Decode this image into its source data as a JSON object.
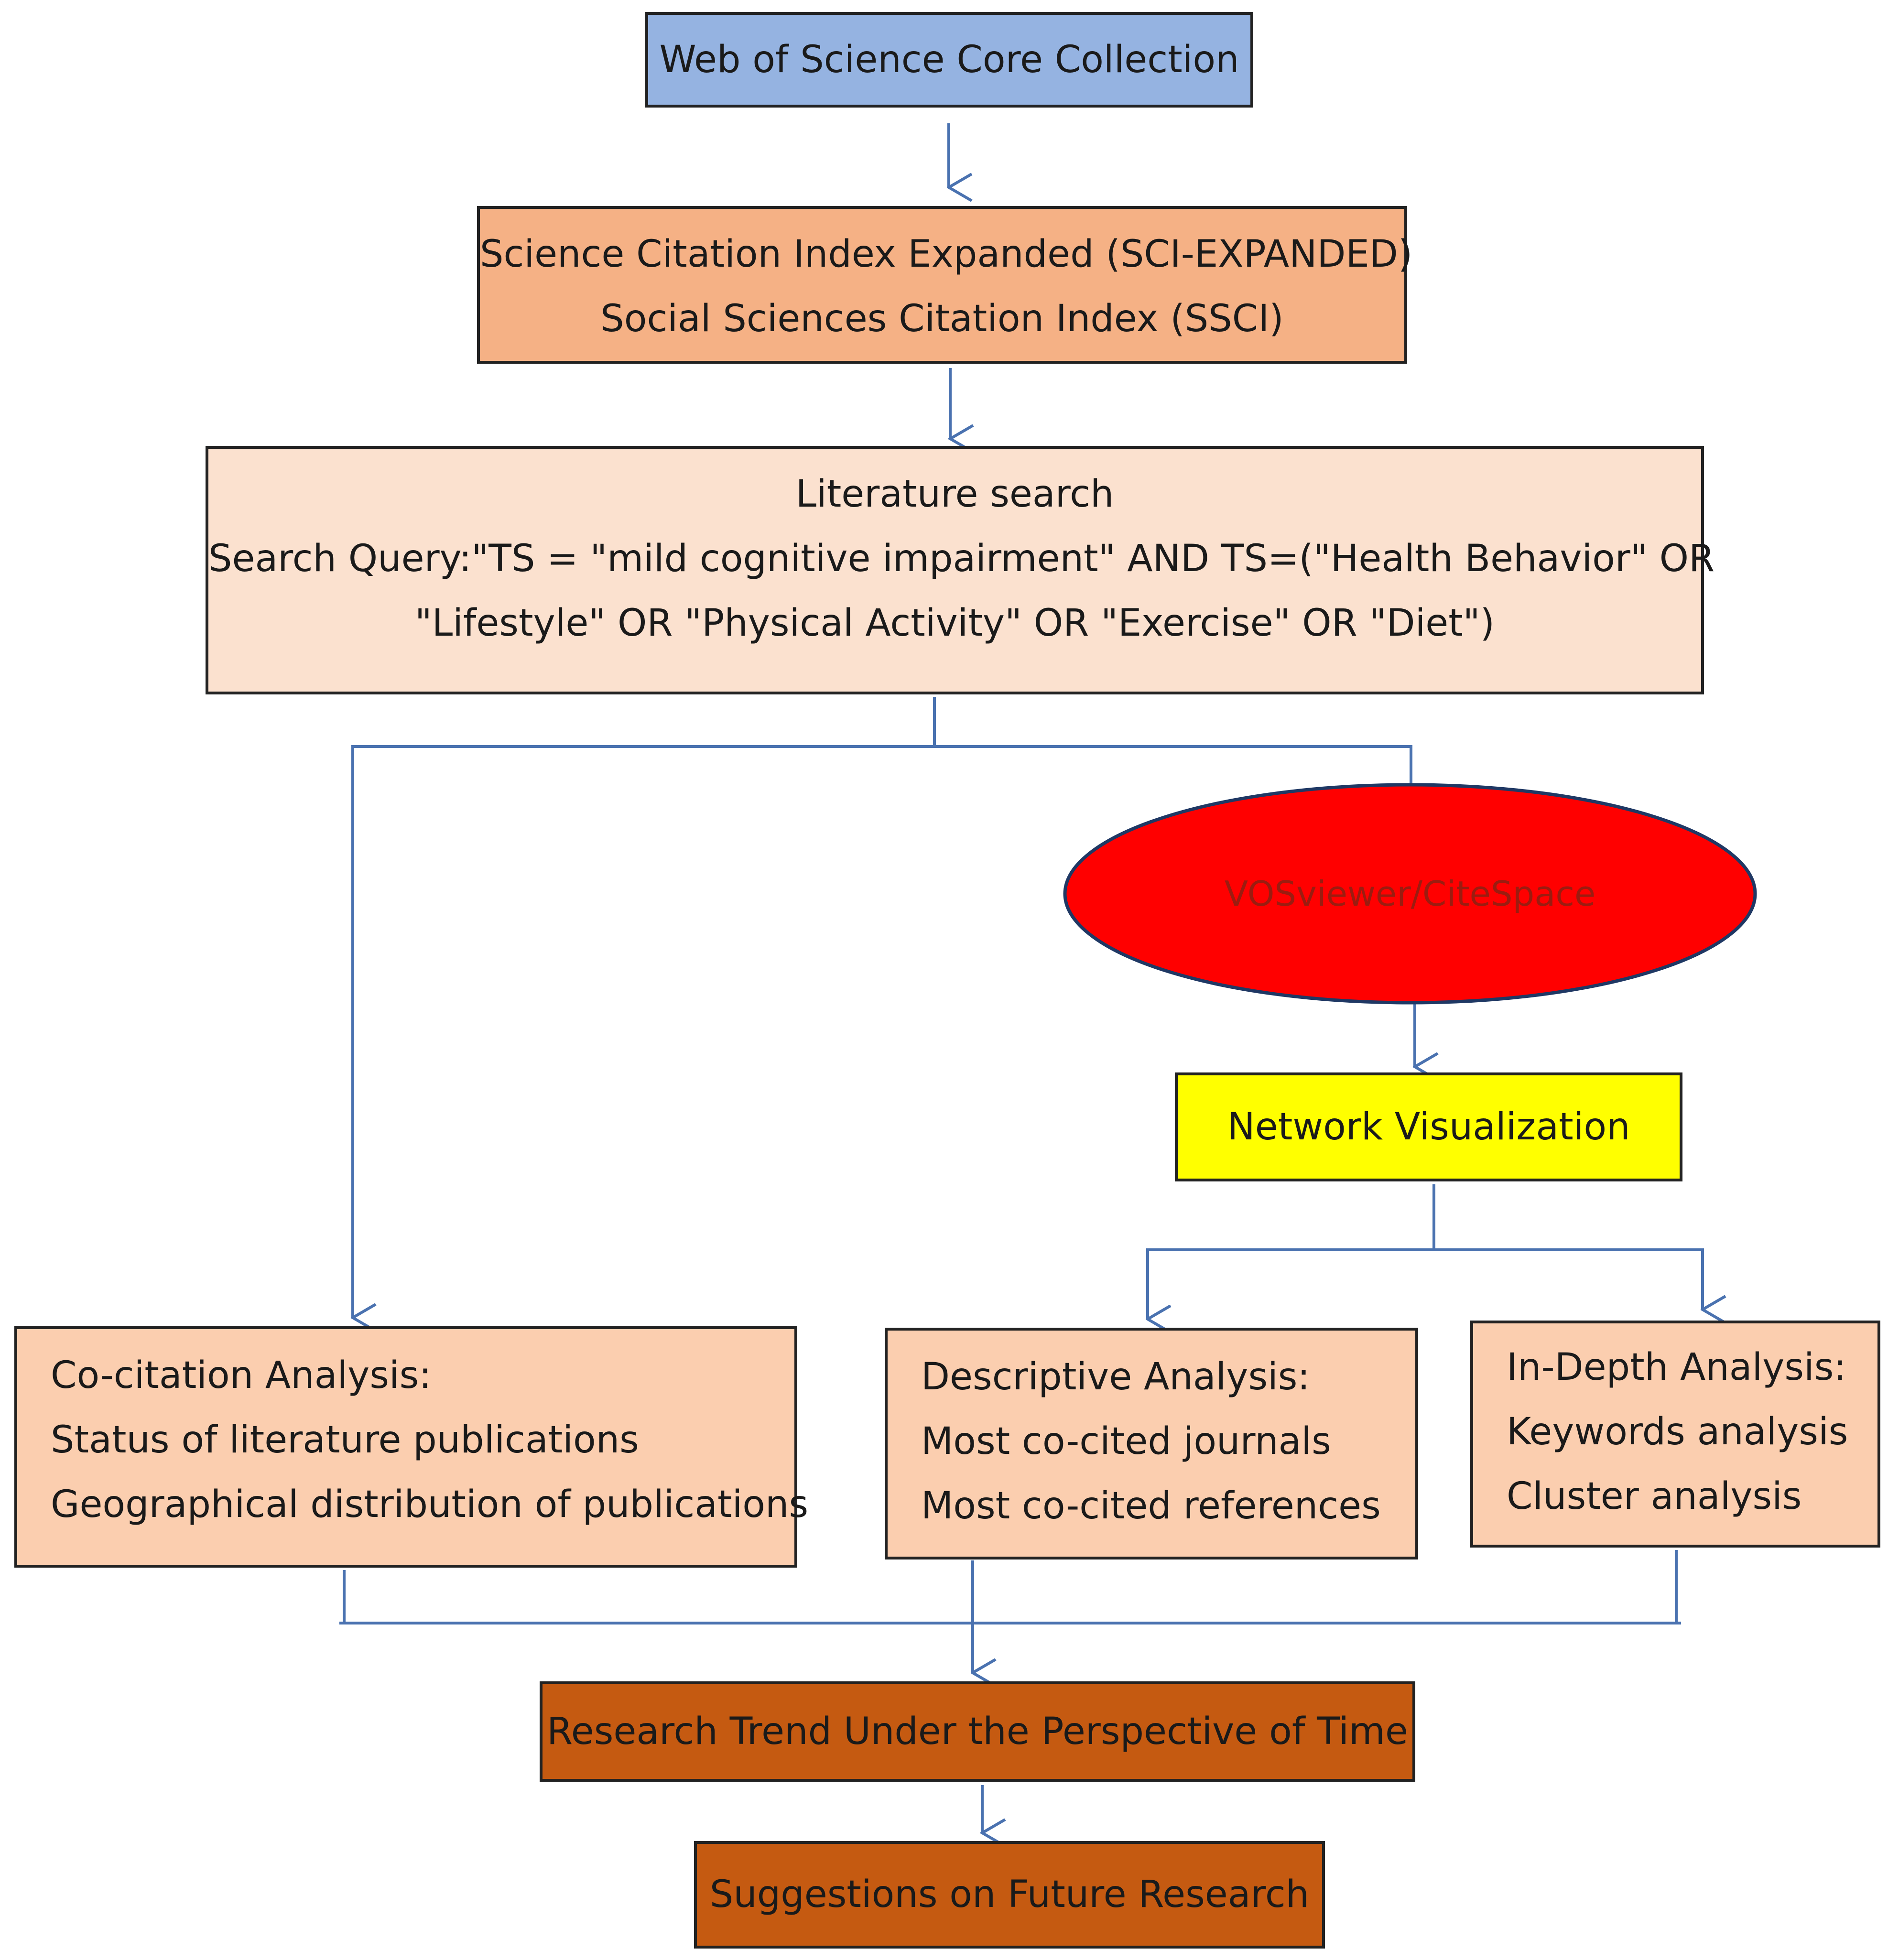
{
  "diagram": {
    "source": "Web of Science Core Collection",
    "indexes": [
      "Science Citation Index Expanded (SCI-EXPANDED)",
      "Social Sciences Citation Index (SSCI)"
    ],
    "search": {
      "title": "Literature search",
      "query_lines": [
        "Search Query:\"TS = \"mild cognitive impairment\" AND TS=(\"Health Behavior\" OR",
        "\"Lifestyle\" OR \"Physical Activity\" OR \"Exercise\" OR \"Diet\")"
      ]
    },
    "tool": "VOSviewer/CiteSpace",
    "visualization": "Network Visualization",
    "co_citation": {
      "title": "Co-citation Analysis:",
      "items": [
        "Status of literature publications",
        "Geographical distribution of publications"
      ]
    },
    "descriptive": {
      "title": "Descriptive Analysis:",
      "items": [
        "Most co-cited journals",
        "Most co-cited references"
      ]
    },
    "in_depth": {
      "title": "In-Depth Analysis:",
      "items": [
        "Keywords analysis",
        "Cluster analysis"
      ]
    },
    "trend": "Research Trend Under the Perspective of Time",
    "suggestions": "Suggestions on Future Research"
  },
  "colors": {
    "source_box": "#95b3e1",
    "index_box": "#f5b185",
    "search_box": "#fbe1cf",
    "analysis_box": "#fbceaf",
    "tool_ellipse": "#ff0000",
    "visualization_box": "#ffff00",
    "trend_box": "#c55a11",
    "connector": "#4a72b0"
  }
}
